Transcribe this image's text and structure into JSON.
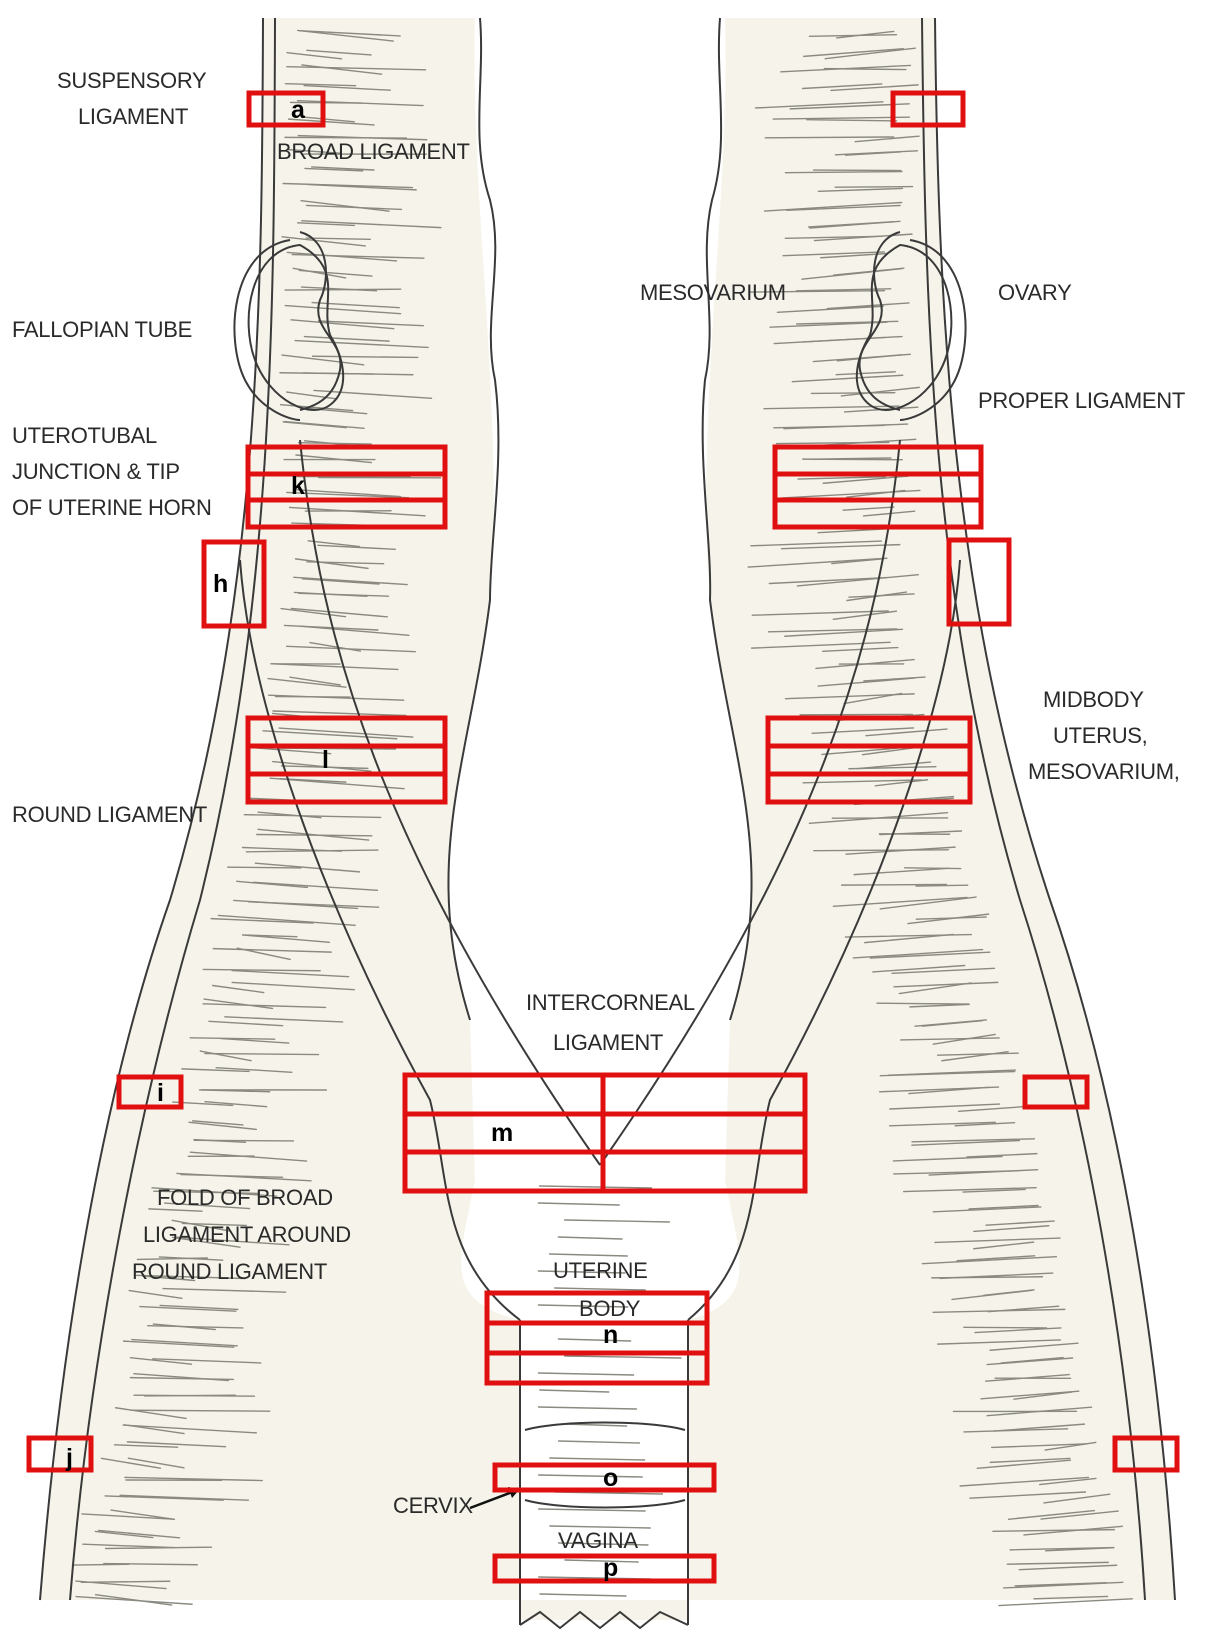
{
  "labels": {
    "suspensory_1": "SUSPENSORY",
    "suspensory_2": "LIGAMENT",
    "broad_ligament": "BROAD LIGAMENT",
    "mesovarium": "MESOVARIUM",
    "ovary": "OVARY",
    "fallopian_tube": "FALLOPIAN TUBE",
    "proper_ligament": "PROPER LIGAMENT",
    "utj_1": "UTEROTUBAL",
    "utj_2": "JUNCTION & TIP",
    "utj_3": "OF UTERINE HORN",
    "midbody_1": "MIDBODY",
    "midbody_2": "UTERUS,",
    "midbody_3": "MESOVARIUM,",
    "round_ligament": "ROUND LIGAMENT",
    "intercorneal_1": "INTERCORNEAL",
    "intercorneal_2": "LIGAMENT",
    "fold_1": "FOLD OF BROAD",
    "fold_2": "LIGAMENT AROUND",
    "fold_3": "ROUND LIGAMENT",
    "uterine_1": "UTERINE",
    "uterine_2": "BODY",
    "cervix": "CERVIX",
    "vagina": "VAGINA"
  },
  "sample_letters": {
    "a": "a",
    "k": "k",
    "h": "h",
    "l": "l",
    "i": "i",
    "m": "m",
    "n": "n",
    "o": "o",
    "p": "p",
    "j": "j"
  },
  "colors": {
    "sample_box": "#e01010",
    "tissue": "#f6f4ea",
    "outline": "#3a3a3a"
  }
}
